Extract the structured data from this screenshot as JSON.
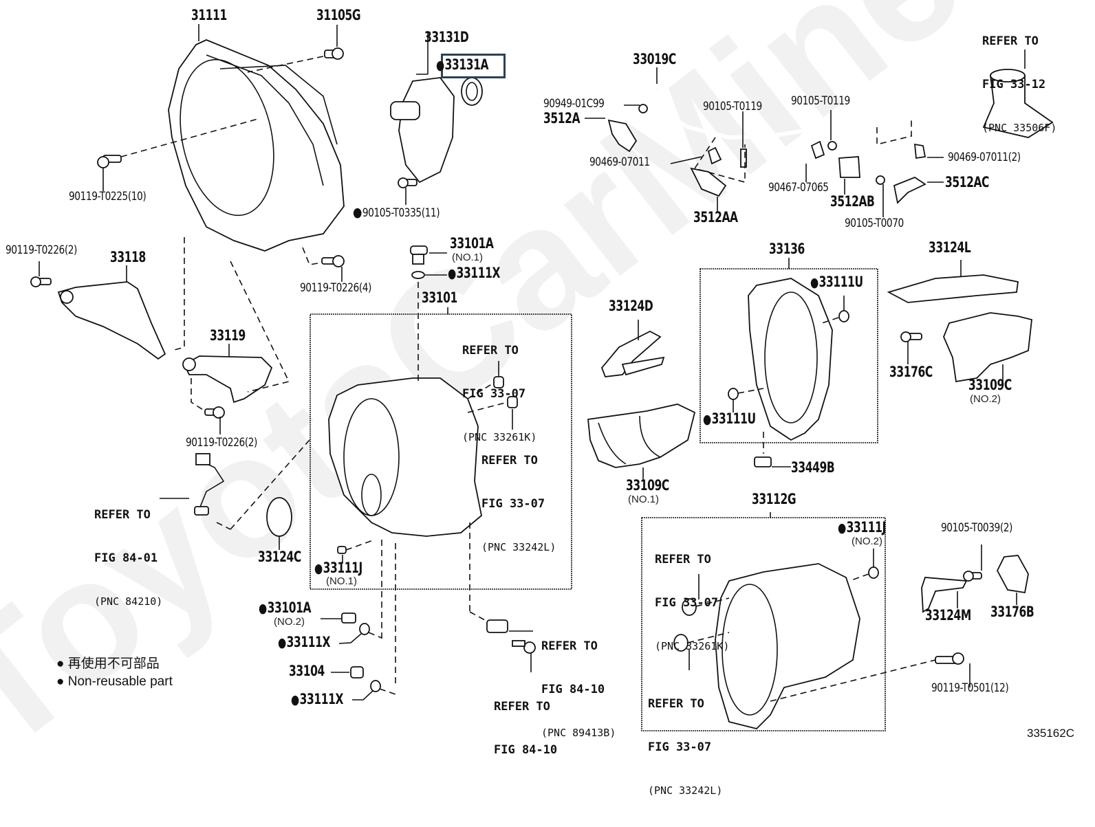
{
  "diagram": {
    "figure_id": "335162C",
    "watermark": "ToyotaCarMine.ru",
    "highlighted_part": "33131A",
    "legend": {
      "line_jp": "再使用不可部品",
      "line_en": "Non-reusable part",
      "marker": "black-dot"
    },
    "labels": {
      "p31111": "31111",
      "p31105G": "31105G",
      "p33131D": "33131D",
      "p33131A": "33131A",
      "p90119_T0225": "90119-T0225(10)",
      "p90105_T0335": "90105-T0335(11)",
      "p33019C": "33019C",
      "p90949_01C99": "90949-01C99",
      "p3512A": "3512A",
      "p90105_T0119_a": "90105-T0119",
      "p90105_T0119_b": "90105-T0119",
      "p90469_07011": "90469-07011",
      "p90469_07011_2": "90469-07011(2)",
      "p90467_07065": "90467-07065",
      "p3512AA": "3512AA",
      "p3512AB": "3512AB",
      "p3512AC": "3512AC",
      "p90105_T0070": "90105-T0070",
      "p90119_T0226_2a": "90119-T0226(2)",
      "p33118": "33118",
      "p33119": "33119",
      "p90119_T0226_2b": "90119-T0226(2)",
      "p90119_T0226_4": "90119-T0226(4)",
      "p33101A_1": "33101A",
      "p33101A_1_sub": "(NO.1)",
      "p33111X_top": "33111X",
      "p33101": "33101",
      "p33124D": "33124D",
      "p33136": "33136",
      "p33111U_a": "33111U",
      "p33111U_b": "33111U",
      "p33124L": "33124L",
      "p33176C": "33176C",
      "p33109C_2": "33109C",
      "p33109C_2_sub": "(NO.2)",
      "p33109C_1": "33109C",
      "p33109C_1_sub": "(NO.1)",
      "p33449B": "33449B",
      "p33124C": "33124C",
      "p33111J_1": "33111J",
      "p33111J_1_sub": "(NO.1)",
      "p33101A_2": "33101A",
      "p33101A_2_sub": "(NO.2)",
      "p33111X_mid": "33111X",
      "p33104": "33104",
      "p33111X_bot": "33111X",
      "p33112G": "33112G",
      "p33111J_2": "33111J",
      "p33111J_2_sub": "(NO.2)",
      "p90105_T0039": "90105-T0039(2)",
      "p33124M": "33124M",
      "p33176B": "33176B",
      "p90119_T0501": "90119-T0501(12)"
    },
    "references": {
      "r_fig33_12": {
        "l1": "REFER TO",
        "l2": "FIG 33-12",
        "pnc": "(PNC 33506F)"
      },
      "r_fig33_07_k_top": {
        "l1": "REFER TO",
        "l2": "FIG 33-07",
        "pnc": "(PNC 33261K)"
      },
      "r_fig33_07_l_top": {
        "l1": "REFER TO",
        "l2": "FIG 33-07",
        "pnc": "(PNC 33242L)"
      },
      "r_fig84_01": {
        "l1": "REFER TO",
        "l2": "FIG 84-01",
        "pnc": "(PNC 84210)"
      },
      "r_fig84_10_a": {
        "l1": "REFER TO",
        "l2": "FIG 84-10",
        "pnc": "(PNC 89413B)"
      },
      "r_fig84_10_b": {
        "l1": "REFER TO",
        "l2": "FIG 84-10"
      },
      "r_fig33_07_k_bot": {
        "l1": "REFER TO",
        "l2": "FIG 33-07",
        "pnc": "(PNC 33261K)"
      },
      "r_fig33_07_l_bot": {
        "l1": "REFER TO",
        "l2": "FIG 33-07",
        "pnc": "(PNC 33242L)"
      }
    }
  }
}
